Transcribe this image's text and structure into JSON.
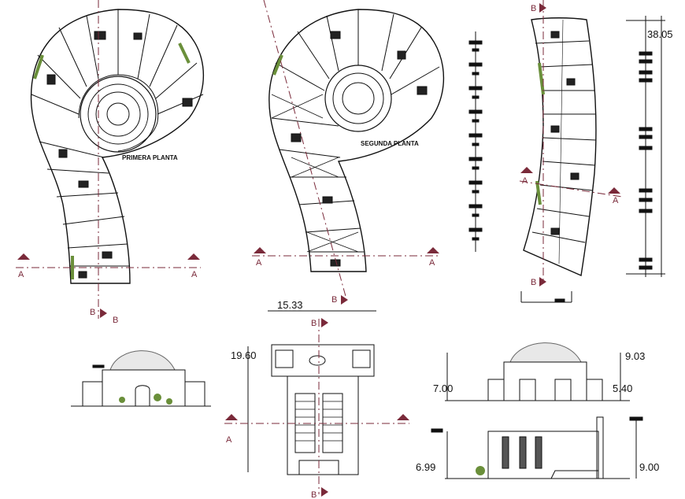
{
  "plans": {
    "first_floor_label": "PRIMERA PLANTA",
    "second_floor_label": "SEGUNDA PLANTA"
  },
  "section_marks": {
    "a": "A",
    "b": "B"
  },
  "dimensions": {
    "elevation_height": "38.05",
    "chapel_width": "15.33",
    "chapel_length": "19.60",
    "dome_height": "9.03",
    "left_height": "7.00",
    "right_height": "5.40",
    "section_left": "6.99",
    "section_right": "9.00"
  },
  "colors": {
    "line": "#111111",
    "section_line": "#7a2a3a",
    "accent_green": "#6a8f3a",
    "hatch": "#999999"
  }
}
